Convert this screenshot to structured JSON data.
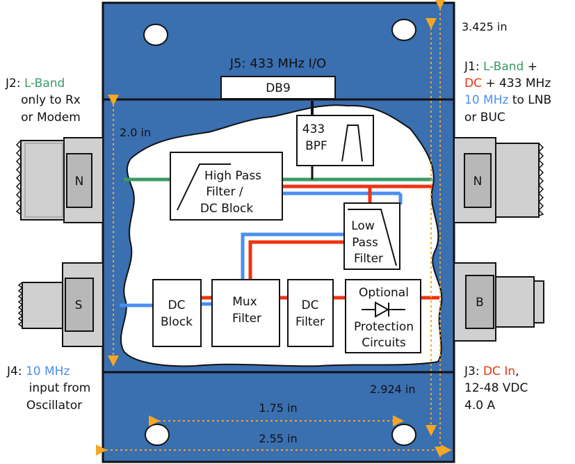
{
  "colors": {
    "housing_blue": "#3a6fb0",
    "green": "#3a9a64",
    "red": "#ee3311",
    "blue": "#4b8ef0",
    "dim_orange": "#f5a623"
  },
  "labels": {
    "j2": [
      "J2: ",
      "L-Band",
      "only to Rx",
      "or Modem"
    ],
    "j1": [
      "J1: ",
      "L-Band",
      " +",
      "DC",
      " + 433 MHz",
      "10 MHz",
      " to LNB",
      "or BUC"
    ],
    "j4": [
      "J4: ",
      "10 MHz",
      "input from",
      "Oscillator"
    ],
    "j3": [
      "J3: ",
      "DC In",
      ",",
      "12-48 VDC",
      "4.0 A"
    ],
    "j5": "J5: 433 MHz I/O"
  },
  "connectors": {
    "db9": "DB9",
    "j2_type": "N",
    "j1_type": "N",
    "j4_type": "S",
    "j3_type": "B"
  },
  "blocks": {
    "bpf": [
      "433",
      "BPF"
    ],
    "hpf": [
      "High Pass",
      "Filter /",
      "DC Block"
    ],
    "lpf": [
      "Low",
      "Pass",
      "Filter"
    ],
    "dc_block": [
      "DC",
      "Block"
    ],
    "mux": [
      "Mux",
      "Filter"
    ],
    "dc_filter": [
      "DC",
      "Filter"
    ],
    "protection": [
      "Optional",
      "Protection",
      "Circuits"
    ]
  },
  "dimensions": {
    "height_total": "3.425 in",
    "height_mid": "2.0 in",
    "height_lower": "2.924 in",
    "hole_spacing": "1.75 in",
    "width": "2.55 in"
  }
}
